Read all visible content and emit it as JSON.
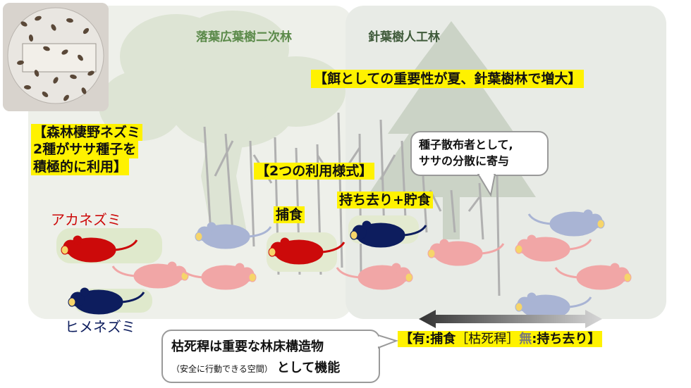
{
  "forest_labels": {
    "deciduous": "落葉広葉樹二次林",
    "conifer": "針葉樹人工林"
  },
  "headline_importance": "【餌としての重要性が夏、針葉樹林で増大】",
  "mice_use": {
    "line1": "【森林棲野ネズミ",
    "line2": "2種がササ種子を",
    "line3": "積極的に利用】"
  },
  "usage_title": "【2つの利用様式】",
  "predation_label": "捕食",
  "caching_label": "持ち去り+貯食",
  "disperser_bubble": {
    "line1": "種子散布者として,",
    "line2": "ササの分散に寄与"
  },
  "species": {
    "red": "アカネズミ",
    "blue": "ヒメネズミ"
  },
  "gradient": {
    "have": "【有:捕食",
    "dead_stems": "［枯死稈］",
    "none_prefix": "無",
    "none_rest": ":持ち去り】"
  },
  "structure_bubble": {
    "line1": "枯死稈は重要な林床構造物",
    "note": "（安全に行動できる空間）",
    "line2_rest": "として機能"
  },
  "colors": {
    "apodemus_speciosus": "#cc0a0a",
    "apodemus_argenteus": "#0d1d5e",
    "faded_red": "#f1a6a6",
    "faded_blue": "#a9b4d4",
    "forest_green_label": "#5b8a4a",
    "highlight": "#fff200"
  },
  "icons": {
    "seed_photo": "seed-photo",
    "mouse": "mouse-icon",
    "arrow": "double-arrow-icon"
  }
}
